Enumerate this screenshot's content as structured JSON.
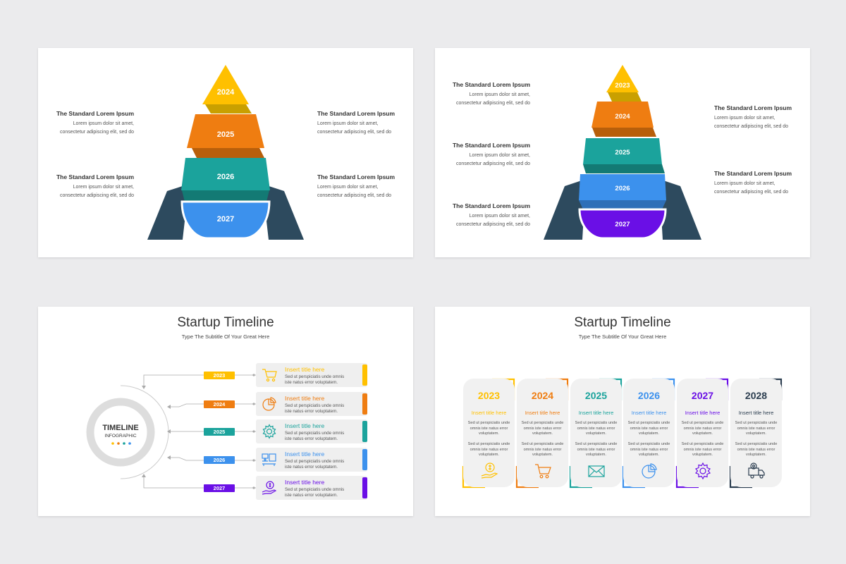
{
  "colors": {
    "yellow": "#ffc000",
    "orange": "#ef7d11",
    "teal": "#1ba39c",
    "blue": "#3c91ed",
    "purple": "#6a0fe6",
    "navy": "#2d4a5e",
    "dark_navy": "#2c3e50"
  },
  "slide1": {
    "rocket_years": [
      "2024",
      "2025",
      "2026",
      "2027"
    ],
    "texts": [
      {
        "heading": "The Standard Lorem Ipsum",
        "line1": "Lorem ipsum dolor sit amet,",
        "line2": "consectetur adipiscing elit, sed do"
      },
      {
        "heading": "The Standard Lorem Ipsum",
        "line1": "Lorem ipsum dolor sit amet,",
        "line2": "consectetur adipiscing elit, sed do"
      },
      {
        "heading": "The Standard Lorem Ipsum",
        "line1": "Lorem ipsum dolor sit amet,",
        "line2": "consectetur adipiscing elit, sed do"
      },
      {
        "heading": "The Standard Lorem Ipsum",
        "line1": "Lorem ipsum dolor sit amet,",
        "line2": "consectetur adipiscing elit, sed do"
      }
    ]
  },
  "slide2": {
    "rocket_years": [
      "2023",
      "2024",
      "2025",
      "2026",
      "2027"
    ],
    "texts": [
      {
        "heading": "The Standard Lorem Ipsum",
        "line1": "Lorem ipsum dolor sit amet,",
        "line2": "consectetur adipiscing elit, sed do"
      },
      {
        "heading": "The Standard Lorem Ipsum",
        "line1": "Lorem ipsum dolor sit amet,",
        "line2": "consectetur adipiscing elit, sed do"
      },
      {
        "heading": "The Standard Lorem Ipsum",
        "line1": "Lorem ipsum dolor sit amet,",
        "line2": "consectetur adipiscing elit, sed do"
      },
      {
        "heading": "The Standard Lorem Ipsum",
        "line1": "Lorem ipsum dolor sit amet,",
        "line2": "consectetur adipiscing elit, sed do"
      },
      {
        "heading": "The Standard Lorem Ipsum",
        "line1": "Lorem ipsum dolor sit amet,",
        "line2": "consectetur adipiscing elit, sed do"
      }
    ]
  },
  "slide3": {
    "title": "Startup Timeline",
    "subtitle": "Type The Subtitle Of Your Great Here",
    "circle_title": "TIMELINE",
    "circle_subtitle": "INFOGRAPHIC",
    "items": [
      {
        "year": "2023",
        "title": "Insert title here",
        "desc1": "Sed ut perspiciatis unde omnis",
        "desc2": "iste natus error voluptatem.",
        "icon": "shopping-cart-icon"
      },
      {
        "year": "2024",
        "title": "Insert title here",
        "desc1": "Sed ut perspiciatis unde omnis",
        "desc2": "iste natus error voluptatem.",
        "icon": "pie-chart-icon"
      },
      {
        "year": "2025",
        "title": "Insert title here",
        "desc1": "Sed ut perspiciatis unde omnis",
        "desc2": "iste natus error voluptatem.",
        "icon": "gear-icon"
      },
      {
        "year": "2026",
        "title": "Insert title here",
        "desc1": "Sed ut perspiciatis unde omnis",
        "desc2": "iste natus error voluptatem.",
        "icon": "machine-icon"
      },
      {
        "year": "2027",
        "title": "Insert title here",
        "desc1": "Sed ut perspiciatis unde omnis",
        "desc2": "iste natus error voluptatem.",
        "icon": "money-hand-icon"
      }
    ]
  },
  "slide4": {
    "title": "Startup Timeline",
    "subtitle": "Type The Subtitle Of Your Great Here",
    "columns": [
      {
        "year": "2023",
        "title": "Insert title here",
        "p1a": "Sed ut perspiciatis unde",
        "p1b": "omnis iste natus error",
        "p1c": "voluptatem.",
        "p2a": "Sed ut perspiciatis unde",
        "p2b": "omnis iste natus error",
        "p2c": "voluptatem.",
        "icon": "money-hand-icon"
      },
      {
        "year": "2024",
        "title": "Insert title here",
        "p1a": "Sed ut perspiciatis unde",
        "p1b": "omnis iste natus error",
        "p1c": "voluptatem.",
        "p2a": "Sed ut perspiciatis unde",
        "p2b": "omnis iste natus error",
        "p2c": "voluptatem.",
        "icon": "shopping-cart-icon"
      },
      {
        "year": "2025",
        "title": "Insert title here",
        "p1a": "Sed ut perspiciatis unde",
        "p1b": "omnis iste natus error",
        "p1c": "voluptatem.",
        "p2a": "Sed ut perspiciatis unde",
        "p2b": "omnis iste natus error",
        "p2c": "voluptatem.",
        "icon": "envelope-icon"
      },
      {
        "year": "2026",
        "title": "Insert title here",
        "p1a": "Sed ut perspiciatis unde",
        "p1b": "omnis iste natus error",
        "p1c": "voluptatem.",
        "p2a": "Sed ut perspiciatis unde",
        "p2b": "omnis iste natus error",
        "p2c": "voluptatem.",
        "icon": "pie-chart-icon"
      },
      {
        "year": "2027",
        "title": "Insert title here",
        "p1a": "Sed ut perspiciatis unde",
        "p1b": "omnis iste natus error",
        "p1c": "voluptatem.",
        "p2a": "Sed ut perspiciatis unde",
        "p2b": "omnis iste natus error",
        "p2c": "voluptatem.",
        "icon": "gear-icon"
      },
      {
        "year": "2028",
        "title": "Insert title here",
        "p1a": "Sed ut perspiciatis unde",
        "p1b": "omnis iste natus error",
        "p1c": "voluptatem.",
        "p2a": "Sed ut perspiciatis unde",
        "p2b": "omnis iste natus error",
        "p2c": "voluptatem.",
        "icon": "delivery-truck-icon"
      }
    ]
  }
}
